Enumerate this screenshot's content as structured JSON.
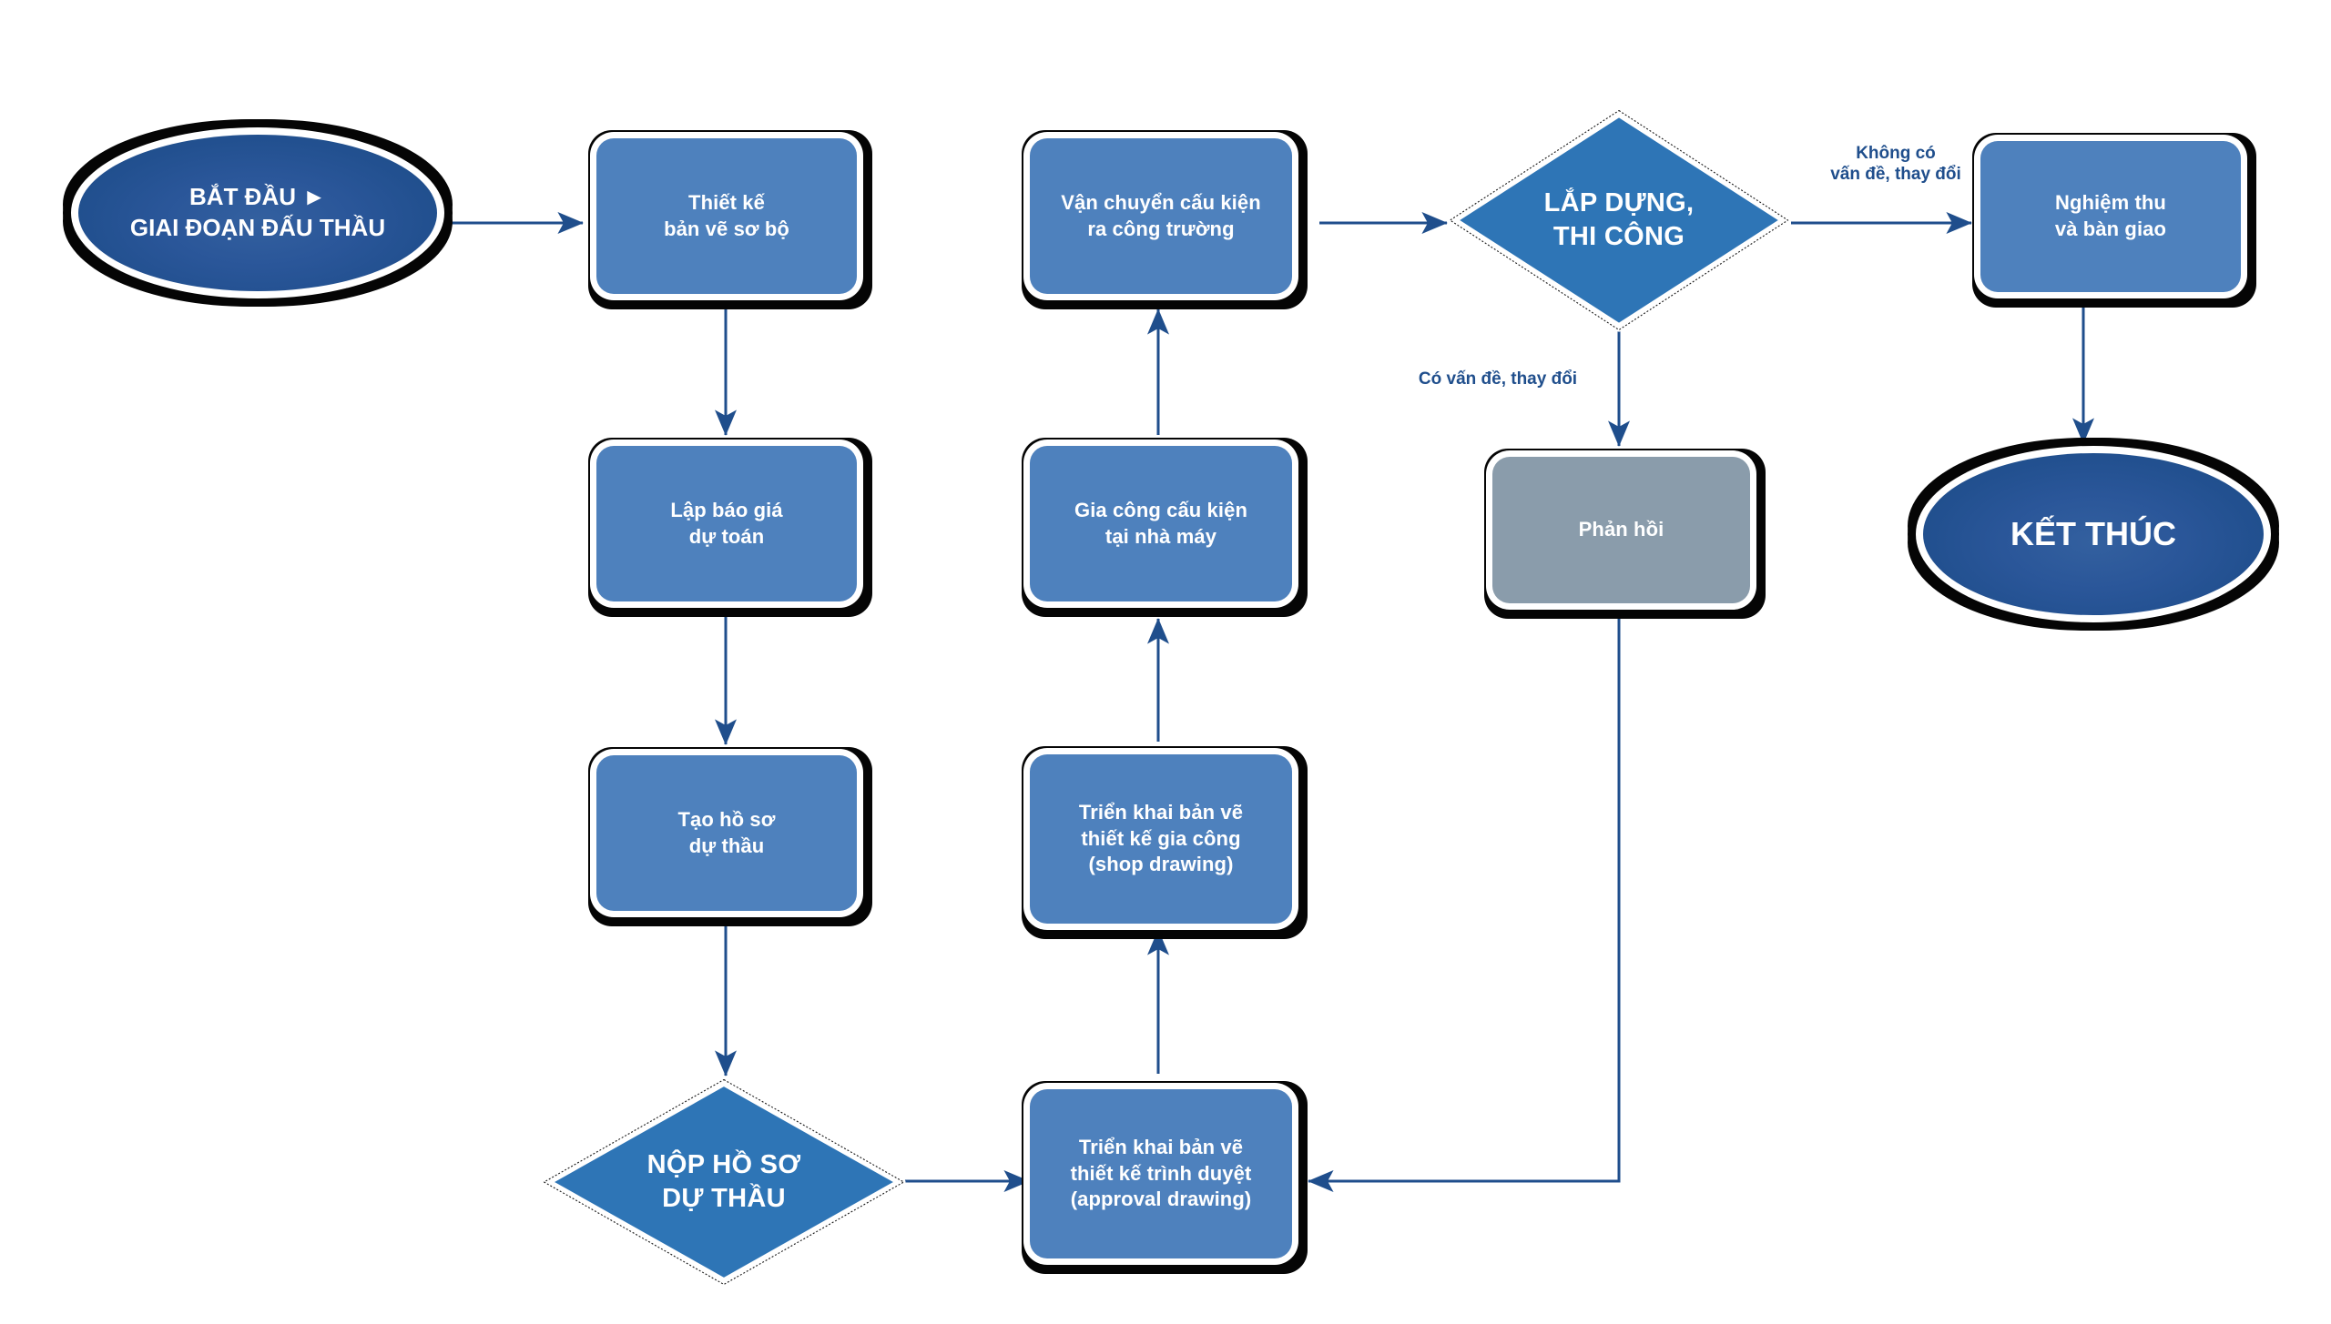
{
  "diagram": {
    "title": "Quy trinh du an ket cau thep",
    "colors": {
      "process_fill": "#4e81bd",
      "feedback_fill": "#8a9cab",
      "terminator_fill": "#2a5699",
      "decision_fill": "#2e75b6",
      "connector": "#1f4e8c",
      "shadow": "#050505",
      "label_text": "#1f4e8c",
      "node_text": "#ffffff"
    }
  },
  "nodes": {
    "start": {
      "type": "terminator",
      "line1": "BẮT ĐẦU ►",
      "line2": "GIAI ĐOẠN ĐẤU THẦU"
    },
    "thiet_ke_so_bo": {
      "type": "process",
      "line1": "Thiết kế",
      "line2": "bản vẽ sơ bộ"
    },
    "lap_bao_gia": {
      "type": "process",
      "line1": "Lập báo giá",
      "line2": "dự toán"
    },
    "tao_ho_so": {
      "type": "process",
      "line1": "Tạo hồ sơ",
      "line2": "dự thầu"
    },
    "nop_ho_so": {
      "type": "decision",
      "line1": "NỘP HỒ SƠ",
      "line2": "DỰ THẦU"
    },
    "approval_drawing": {
      "type": "process",
      "line1": "Triển khai bản vẽ",
      "line2": "thiết kế trình duyệt",
      "line3": "(approval drawing)"
    },
    "shop_drawing": {
      "type": "process",
      "line1": "Triển khai bản vẽ",
      "line2": "thiết kế gia công",
      "line3": "(shop drawing)"
    },
    "gia_cong": {
      "type": "process",
      "line1": "Gia công cấu kiện",
      "line2": "tại nhà máy"
    },
    "van_chuyen": {
      "type": "process",
      "line1": "Vận chuyển cấu kiện",
      "line2": "ra công trường"
    },
    "lap_dung": {
      "type": "decision",
      "line1": "LẮP DỰNG,",
      "line2": "THI CÔNG"
    },
    "phan_hoi": {
      "type": "process-feedback",
      "line1": "Phản hồi"
    },
    "nghiem_thu": {
      "type": "process",
      "line1": "Nghiệm thu",
      "line2": "và bàn giao"
    },
    "end": {
      "type": "terminator",
      "line1": "KẾT THÚC"
    }
  },
  "edge_labels": {
    "khong_co_van_de": "Không có\nvấn đề, thay đổi",
    "co_van_de": "Có vấn đề, thay đổi"
  },
  "edges": [
    {
      "from": "start",
      "to": "thiet_ke_so_bo",
      "label": ""
    },
    {
      "from": "thiet_ke_so_bo",
      "to": "lap_bao_gia",
      "label": ""
    },
    {
      "from": "lap_bao_gia",
      "to": "tao_ho_so",
      "label": ""
    },
    {
      "from": "tao_ho_so",
      "to": "nop_ho_so",
      "label": ""
    },
    {
      "from": "nop_ho_so",
      "to": "approval_drawing",
      "label": ""
    },
    {
      "from": "approval_drawing",
      "to": "shop_drawing",
      "label": ""
    },
    {
      "from": "shop_drawing",
      "to": "gia_cong",
      "label": ""
    },
    {
      "from": "gia_cong",
      "to": "van_chuyen",
      "label": ""
    },
    {
      "from": "van_chuyen",
      "to": "lap_dung",
      "label": ""
    },
    {
      "from": "lap_dung",
      "to": "nghiem_thu",
      "label": "Không có\nvấn đề, thay đổi"
    },
    {
      "from": "lap_dung",
      "to": "phan_hoi",
      "label": "Có vấn đề, thay đổi"
    },
    {
      "from": "phan_hoi",
      "to": "approval_drawing",
      "label": ""
    },
    {
      "from": "nghiem_thu",
      "to": "end",
      "label": ""
    }
  ]
}
